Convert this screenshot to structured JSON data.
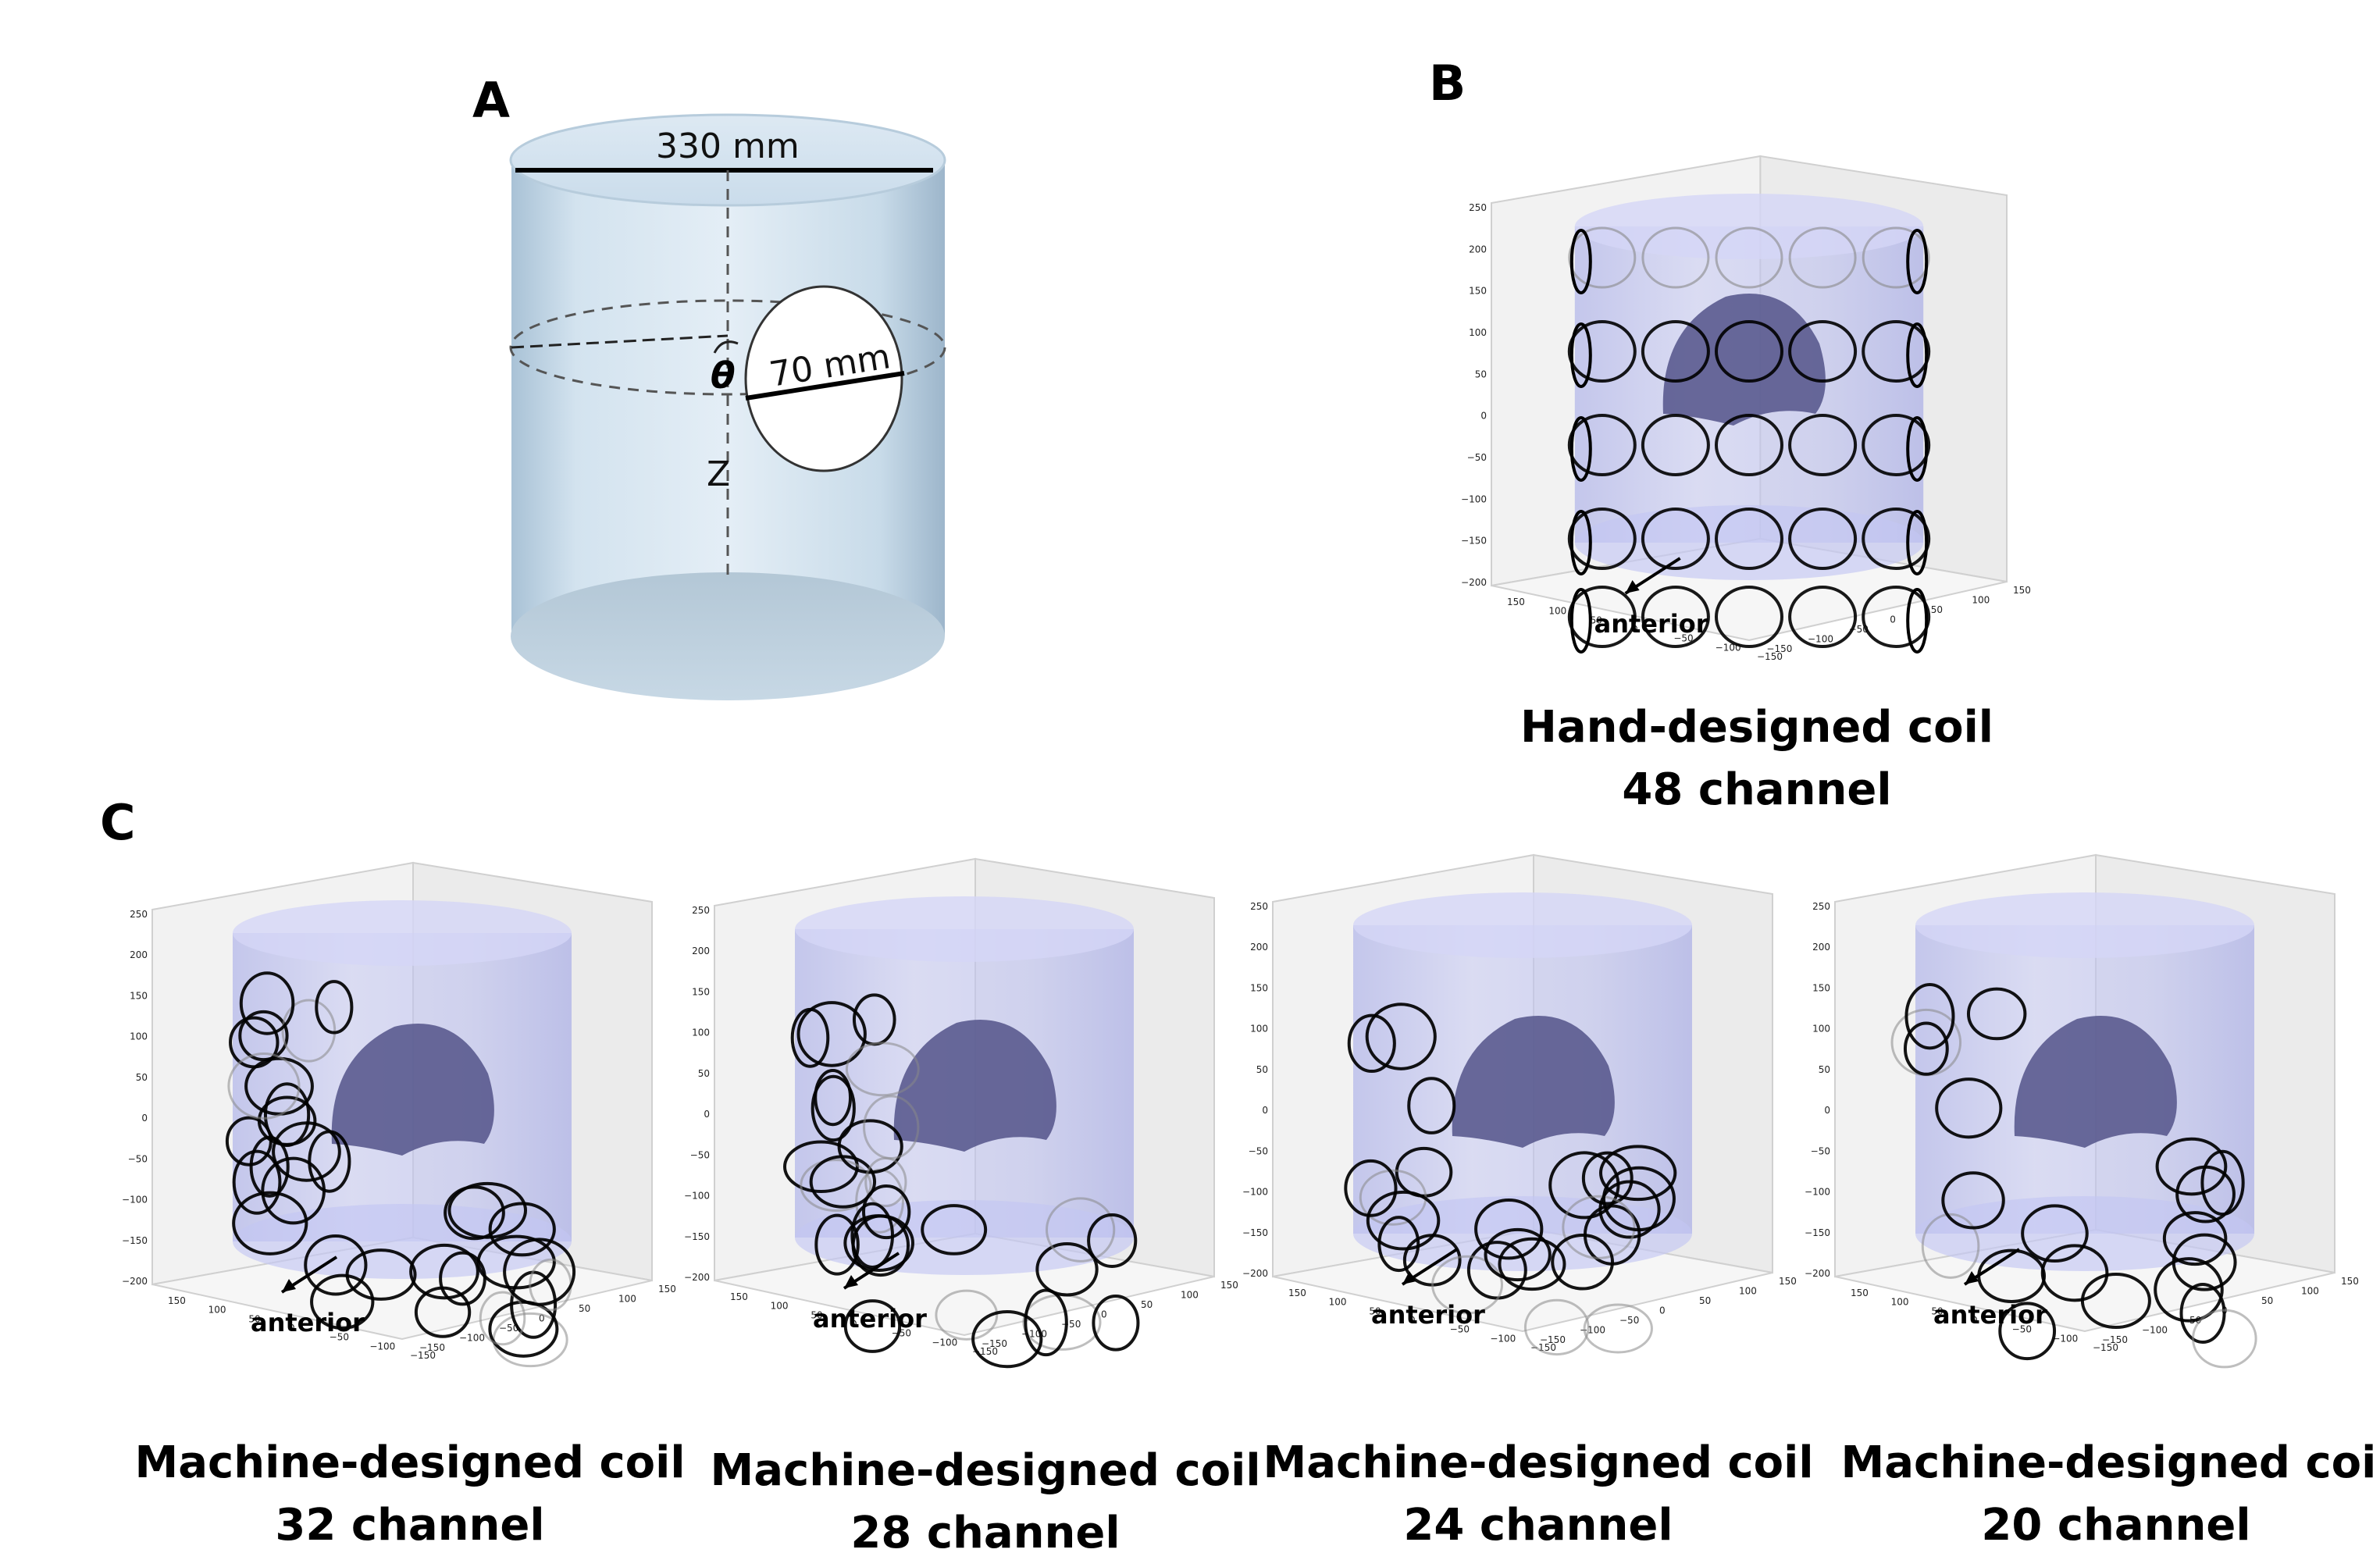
{
  "panel_a": {
    "letter": "A",
    "diameter_label": "330 mm",
    "loop_label": "70 mm",
    "theta_label": "θ",
    "z_label": "Z"
  },
  "panel_b": {
    "letter": "B",
    "caption_line1": "Hand-designed coil",
    "caption_line2": "48 channel",
    "anterior_label": "anterior"
  },
  "panel_c": {
    "letter": "C",
    "plots": [
      {
        "caption_line1": "Machine-designed coil",
        "caption_line2": "32 channel",
        "anterior_label": "anterior"
      },
      {
        "caption_line1": "Machine-designed coil",
        "caption_line2": "28 channel",
        "anterior_label": "anterior"
      },
      {
        "caption_line1": "Machine-designed coil",
        "caption_line2": "24 channel",
        "anterior_label": "anterior"
      },
      {
        "caption_line1": "Machine-designed coil",
        "caption_line2": "20 channel",
        "anterior_label": "anterior"
      }
    ]
  },
  "axes": {
    "z_ticks": [
      "250",
      "200",
      "150",
      "100",
      "50",
      "0",
      "−50",
      "−100",
      "−150",
      "−200"
    ],
    "left_floor_ticks": [
      "150",
      "100",
      "50",
      "0",
      "−50",
      "−100",
      "−150"
    ],
    "right_floor_ticks": [
      "−150",
      "−100",
      "−50",
      "0",
      "50",
      "100",
      "150"
    ]
  },
  "colors": {
    "cylinder_fill": "#b9bdf0",
    "brain": "#56578c",
    "coil_loop": "#000000",
    "phantom": "#cfe0ec"
  }
}
